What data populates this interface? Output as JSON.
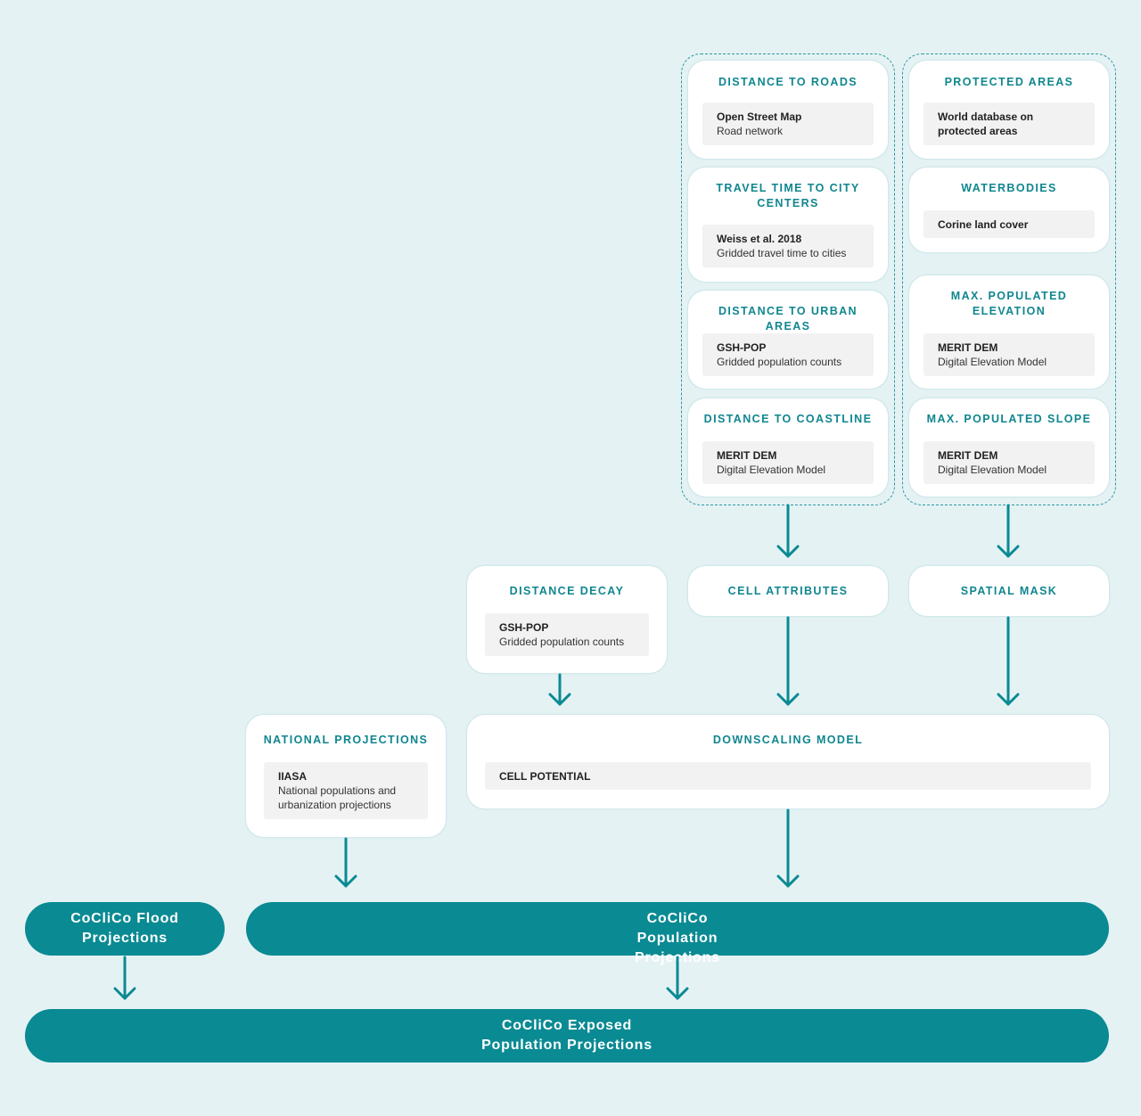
{
  "colors": {
    "background": "#e5f2f4",
    "accent": "#0a8a93",
    "card": "#ffffff",
    "source_box": "#f2f2f2"
  },
  "left_group": {
    "distance_to_roads": {
      "title": "DISTANCE TO ROADS",
      "source_name": "Open Street Map",
      "source_desc": "Road network"
    },
    "travel_time": {
      "title_line1": "TRAVEL TIME TO CITY",
      "title_line2": "CENTERS",
      "source_name": "Weiss et al. 2018",
      "source_desc": "Gridded travel time to cities"
    },
    "distance_to_urban": {
      "title": "DISTANCE TO URBAN AREAS",
      "source_name": "GSH-POP",
      "source_desc": "Gridded population counts"
    },
    "distance_to_coastline": {
      "title": "DISTANCE TO COASTLINE",
      "source_name": "MERIT DEM",
      "source_desc": "Digital Elevation Model"
    }
  },
  "right_group": {
    "protected_areas": {
      "title": "PROTECTED AREAS",
      "source_line1": "World database on",
      "source_line2": "protected areas"
    },
    "waterbodies": {
      "title": "WATERBODIES",
      "source_name": "Corine land cover"
    },
    "max_elevation": {
      "title_line1": "MAX. POPULATED",
      "title_line2": "ELEVATION",
      "source_name": "MERIT DEM",
      "source_desc": "Digital Elevation Model"
    },
    "max_slope": {
      "title": "MAX. POPULATED SLOPE",
      "source_name": "MERIT DEM",
      "source_desc": "Digital Elevation Model"
    }
  },
  "distance_decay": {
    "title": "DISTANCE DECAY",
    "source_name": "GSH-POP",
    "source_desc": "Gridded population counts"
  },
  "cell_attributes": {
    "title": "CELL ATTRIBUTES"
  },
  "spatial_mask": {
    "title": "SPATIAL MASK"
  },
  "national_projections": {
    "title": "NATIONAL PROJECTIONS",
    "source_name": "IIASA",
    "source_desc_line1": "National populations and",
    "source_desc_line2": "urbanization projections"
  },
  "downscaling_model": {
    "title": "DOWNSCALING MODEL",
    "source_name": "CELL POTENTIAL"
  },
  "flood_projections": {
    "line1": "CoCliCo Flood",
    "line2": "Projections"
  },
  "population_projections": {
    "line1": "CoCliCo Population",
    "line2": "Projections"
  },
  "exposed_population": {
    "line1": "CoCliCo Exposed",
    "line2": "Population Projections"
  }
}
